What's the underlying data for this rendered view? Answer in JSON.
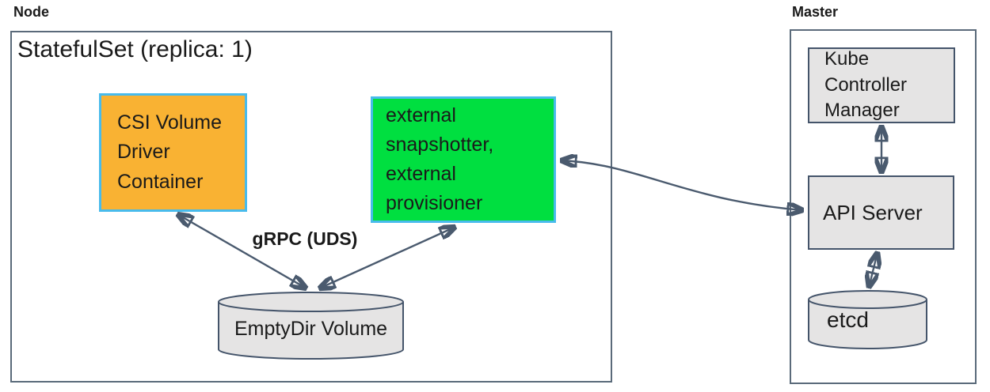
{
  "colors": {
    "arrow": "#4a5a6e",
    "outer-border": "#5a6a7a",
    "gray-fill": "#e5e4e4",
    "gray-border": "#44546a",
    "accent-border": "#48bbec",
    "orange": "#f9b233",
    "green": "#00df40"
  },
  "node": {
    "label": "Node",
    "statefulset_title": "StatefulSet (replica: 1)",
    "csi_box_label": "CSI Volume Driver Container",
    "sidecar_box_label": "external snapshotter, external provisioner",
    "grpc_label": "gRPC (UDS)",
    "emptydir_label": "EmptyDir Volume"
  },
  "master": {
    "label": "Master",
    "kcm_box_label": "Kube Controller Manager",
    "api_server_label": "API Server",
    "etcd_label": "etcd"
  },
  "connections": [
    {
      "from": "csi-volume-driver-container",
      "to": "emptydir-volume",
      "type": "bidirectional",
      "label": "gRPC (UDS)"
    },
    {
      "from": "external-snapshotter-provisioner",
      "to": "emptydir-volume",
      "type": "bidirectional",
      "label": "gRPC (UDS)"
    },
    {
      "from": "external-snapshotter-provisioner",
      "to": "api-server",
      "type": "bidirectional",
      "label": ""
    },
    {
      "from": "kube-controller-manager",
      "to": "api-server",
      "type": "bidirectional",
      "label": ""
    },
    {
      "from": "api-server",
      "to": "etcd",
      "type": "bidirectional",
      "label": ""
    }
  ]
}
